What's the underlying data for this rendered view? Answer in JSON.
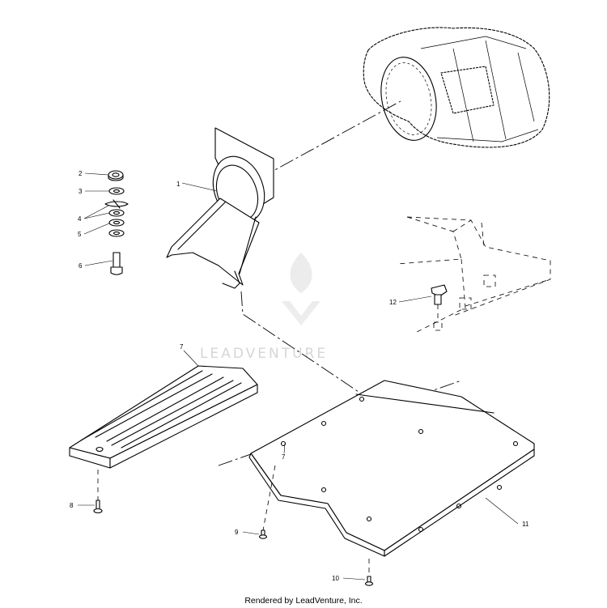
{
  "callouts": {
    "c1": "1",
    "c2": "2",
    "c3": "3",
    "c4": "4",
    "c5": "5",
    "c6": "6",
    "c7": "7",
    "c7b": "7",
    "c8": "8",
    "c9": "9",
    "c10": "10",
    "c11": "11",
    "c12": "12"
  },
  "watermark": "LEADVENTURE",
  "footer": "Rendered by LeadVenture, Inc."
}
